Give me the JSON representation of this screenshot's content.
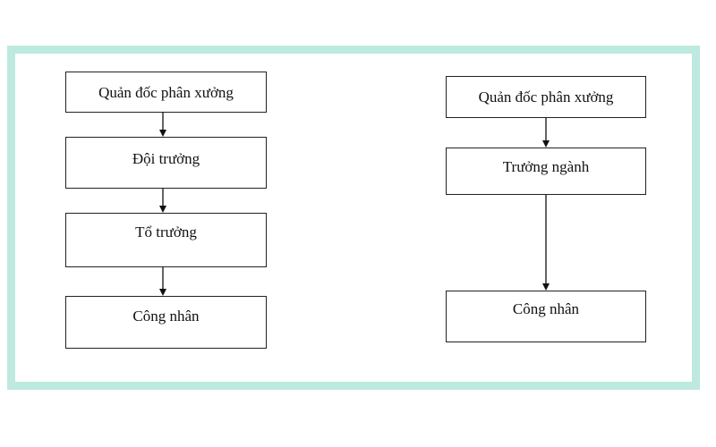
{
  "diagram": {
    "left_chart": {
      "nodes": [
        {
          "id": "l1",
          "label": "Quản đốc phân xưởng"
        },
        {
          "id": "l2",
          "label": "Đội trưởng"
        },
        {
          "id": "l3",
          "label": "Tổ trưởng"
        },
        {
          "id": "l4",
          "label": "Công nhân"
        }
      ],
      "edges": [
        {
          "from": "l1",
          "to": "l2"
        },
        {
          "from": "l2",
          "to": "l3"
        },
        {
          "from": "l3",
          "to": "l4"
        }
      ]
    },
    "right_chart": {
      "nodes": [
        {
          "id": "r1",
          "label": "Quản đốc phân xưởng"
        },
        {
          "id": "r2",
          "label": "Trưởng ngành"
        },
        {
          "id": "r3",
          "label": "Công nhân"
        }
      ],
      "edges": [
        {
          "from": "r1",
          "to": "r2"
        },
        {
          "from": "r2",
          "to": "r3"
        }
      ]
    },
    "colors": {
      "frame_border": "#bde9df",
      "box_border": "#222222",
      "text": "#111111"
    }
  }
}
